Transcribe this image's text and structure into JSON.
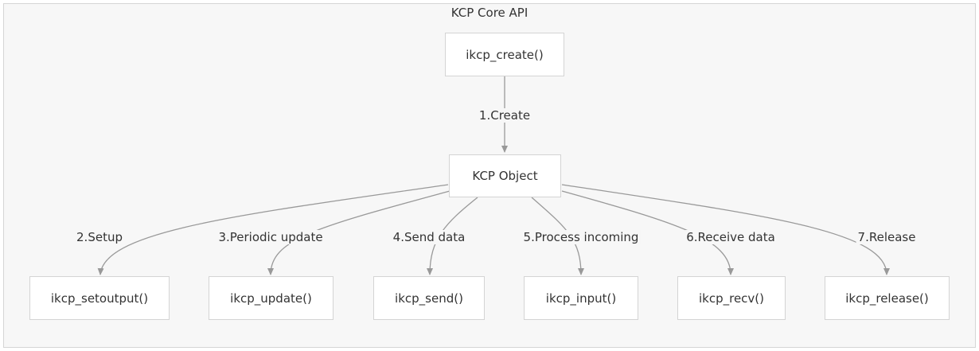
{
  "diagram": {
    "cluster_title": "KCP Core API",
    "nodes": {
      "create": "ikcp_create()",
      "object": "KCP Object",
      "setoutput": "ikcp_setoutput()",
      "update": "ikcp_update()",
      "send": "ikcp_send()",
      "input": "ikcp_input()",
      "recv": "ikcp_recv()",
      "release": "ikcp_release()"
    },
    "edges": {
      "create": "1.Create",
      "setup": "2.Setup",
      "update": "3.Periodic update",
      "send": "4.Send data",
      "process": "5.Process incoming",
      "receive": "6.Receive data",
      "release": "7.Release"
    }
  }
}
